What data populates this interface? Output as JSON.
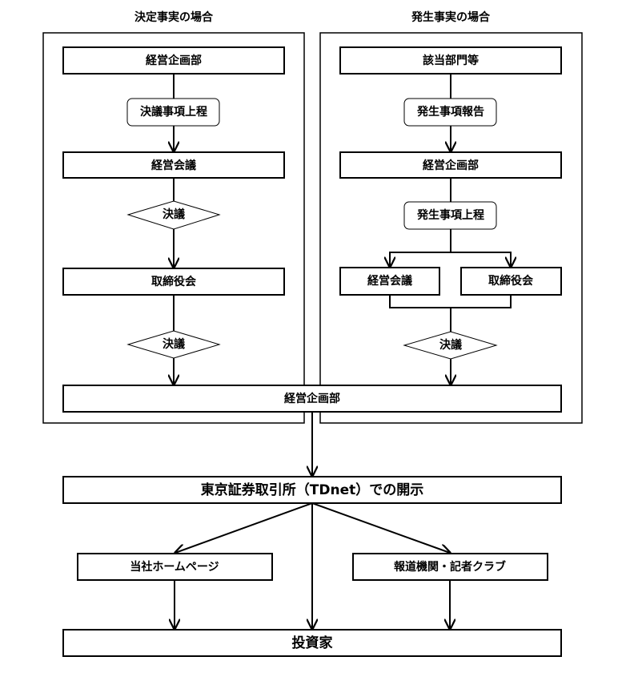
{
  "left_section": {
    "heading": "決定事実の場合",
    "dept": "経営企画部",
    "proposal": "決議事項上程",
    "meeting": "経営会議",
    "decision1": "決議",
    "board": "取締役会",
    "decision2": "決議"
  },
  "right_section": {
    "heading": "発生事実の場合",
    "dept": "該当部門等",
    "report": "発生事項報告",
    "planning": "経営企画部",
    "proposal": "発生事項上程",
    "meeting": "経営会議",
    "board": "取締役会",
    "decision": "決議"
  },
  "merge": {
    "planning": "経営企画部"
  },
  "disclosure": {
    "tse": "東京証券取引所（TDnet）での開示",
    "homepage": "当社ホームページ",
    "press": "報道機関・記者クラブ",
    "investors": "投資家"
  }
}
